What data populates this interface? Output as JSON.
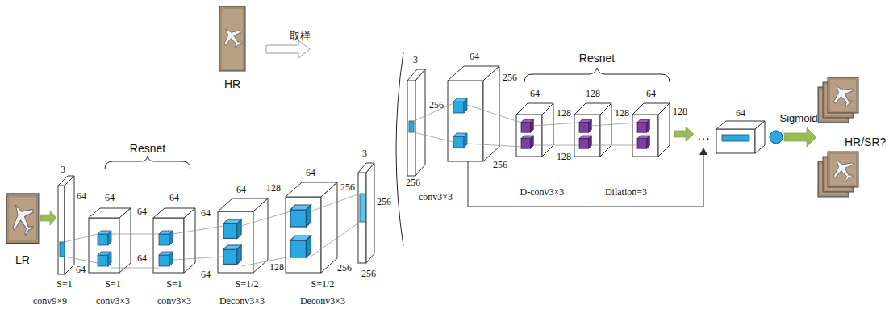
{
  "diagram": {
    "nodes": [
      {
        "text": [
          "LR"
        ]
      },
      {
        "text": [
          "HR"
        ]
      },
      {
        "text": [
          "HR/SR?"
        ]
      }
    ],
    "labels": [
      "3",
      "64",
      "64",
      "Resnet",
      "64",
      "64",
      "64",
      "64",
      "64",
      "64",
      "64",
      "128",
      "64",
      "256",
      "128",
      "256",
      "3",
      "256",
      "256",
      "S=1",
      "S=1",
      "S=1",
      "S=1/2",
      "S=1/2",
      "conv9×9",
      "conv3×3",
      "conv3×3",
      "Deconv3×3",
      "Deconv3×3",
      "取样",
      "3",
      "256",
      "256",
      "conv3×3",
      "64",
      "256",
      "256",
      "Resnet",
      "64",
      "128",
      "64",
      "128",
      "128",
      "128",
      "128",
      "D-conv3×3",
      "Dilation=3",
      "···",
      "64",
      "Sigmoid"
    ]
  }
}
